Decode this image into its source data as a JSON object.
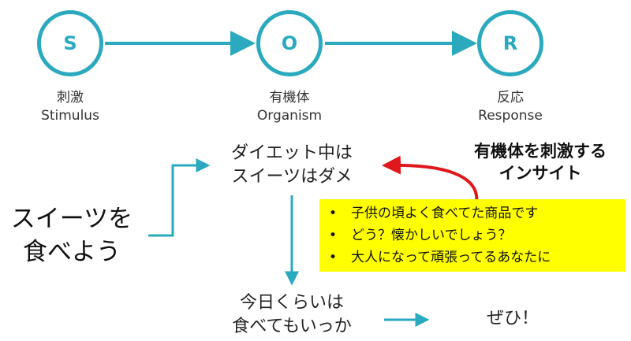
{
  "nodes": [
    {
      "letter": "S",
      "label_jp": "刺激",
      "label_en": "Stimulus"
    },
    {
      "letter": "O",
      "label_jp": "有機体",
      "label_en": "Organism"
    },
    {
      "letter": "R",
      "label_jp": "反応",
      "label_en": "Response"
    }
  ],
  "left_text": {
    "line1": "スイーツを",
    "line2": "食べよう"
  },
  "thought_top": {
    "line1": "ダイエット中は",
    "line2": "スイーツはダメ"
  },
  "thought_bottom": {
    "line1": "今日くらいは",
    "line2": "食べてもいっか"
  },
  "result": "ぜひ！",
  "insight_title": {
    "line1": "有機体を刺激する",
    "line2": "インサイト"
  },
  "insight_bullets": [
    "子供の頃よく食べてた商品です",
    "どう？懐かしいでしょう？",
    "大人になって頑張ってるあなたに"
  ],
  "bullet_symbol": "•",
  "colors": {
    "accent": "#2aa9bf",
    "highlight": "#ffff00",
    "red_arrow": "#e0181b"
  }
}
